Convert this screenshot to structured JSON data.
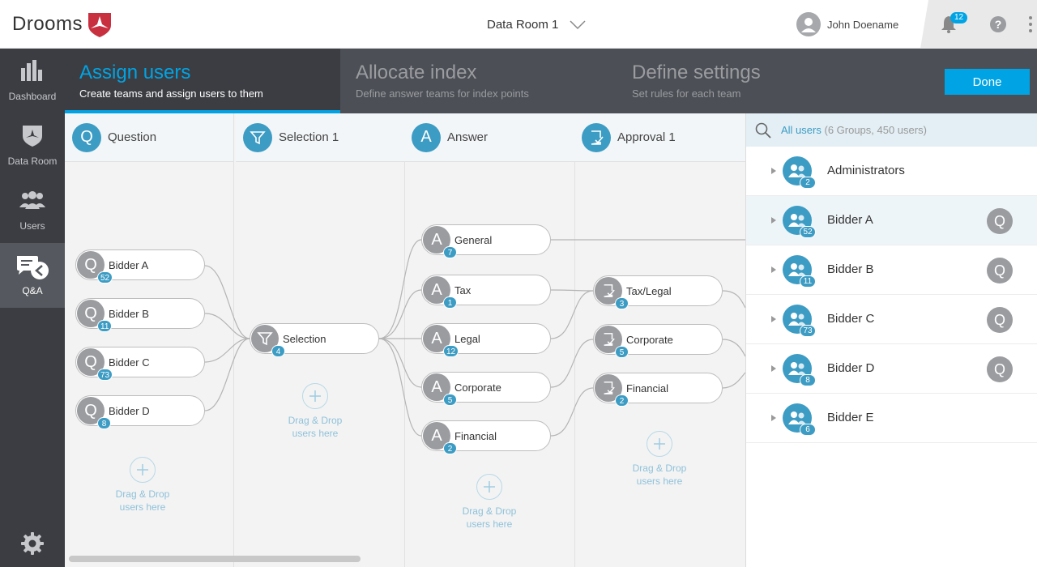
{
  "app": {
    "logo_text": "Drooms"
  },
  "header": {
    "room_name": "Data Room 1",
    "user_name": "John Doename",
    "notification_count": "12"
  },
  "sidebar": {
    "items": [
      {
        "label": "Dashboard",
        "icon": "bar-chart-icon"
      },
      {
        "label": "Data Room",
        "icon": "shield-icon"
      },
      {
        "label": "Users",
        "icon": "users-icon"
      },
      {
        "label": "Q&A",
        "icon": "chat-icon"
      }
    ]
  },
  "steps": [
    {
      "title": "Assign users",
      "subtitle": "Create teams and assign users to them"
    },
    {
      "title": "Allocate index",
      "subtitle": "Define answer teams for index points"
    },
    {
      "title": "Define settings",
      "subtitle": "Set rules for each team"
    }
  ],
  "done_label": "Done",
  "columns": [
    {
      "title": "Question",
      "glyph": "Q"
    },
    {
      "title": "Selection 1",
      "glyph": "filter"
    },
    {
      "title": "Answer",
      "glyph": "A"
    },
    {
      "title": "Approval 1",
      "glyph": "approval"
    }
  ],
  "question_nodes": [
    {
      "label": "Bidder A",
      "count": "52"
    },
    {
      "label": "Bidder B",
      "count": "11"
    },
    {
      "label": "Bidder C",
      "count": "73"
    },
    {
      "label": "Bidder D",
      "count": "8"
    }
  ],
  "selection_nodes": [
    {
      "label": "Selection",
      "count": "4"
    }
  ],
  "answer_nodes": [
    {
      "label": "General",
      "count": "7"
    },
    {
      "label": "Tax",
      "count": "1"
    },
    {
      "label": "Legal",
      "count": "12"
    },
    {
      "label": "Corporate",
      "count": "5"
    },
    {
      "label": "Financial",
      "count": "2"
    }
  ],
  "approval_nodes": [
    {
      "label": "Tax/Legal",
      "count": "3"
    },
    {
      "label": "Corporate",
      "count": "5"
    },
    {
      "label": "Financial",
      "count": "2"
    }
  ],
  "drop_zone_text": {
    "line1": "Drag & Drop",
    "line2": "users here"
  },
  "panel": {
    "search_label": "All users",
    "search_meta": "(6 Groups, 450 users)",
    "groups": [
      {
        "name": "Administrators",
        "count": "2",
        "role": ""
      },
      {
        "name": "Bidder A",
        "count": "52",
        "role": "Q"
      },
      {
        "name": "Bidder B",
        "count": "11",
        "role": "Q"
      },
      {
        "name": "Bidder C",
        "count": "73",
        "role": "Q"
      },
      {
        "name": "Bidder D",
        "count": "8",
        "role": "Q"
      },
      {
        "name": "Bidder E",
        "count": "6",
        "role": ""
      }
    ]
  },
  "colors": {
    "accent": "#00a4e4",
    "node_blue": "#3d9cc4",
    "node_grey": "#9a9ca0",
    "sidebar": "#3b3d42"
  }
}
